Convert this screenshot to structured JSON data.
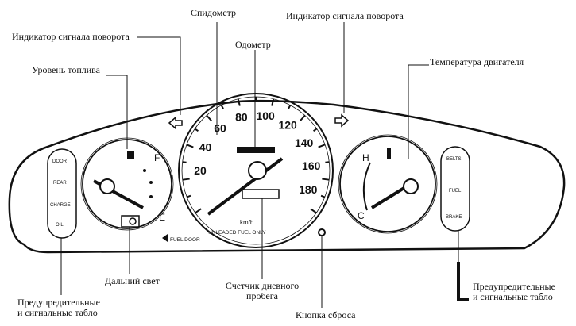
{
  "labels": {
    "speedometer": "Спидометр",
    "turn_left": "Индикатор сигнала поворота",
    "turn_right": "Индикатор сигнала поворота",
    "odometer": "Одометр",
    "fuel_level": "Уровень топлива",
    "engine_temp": "Температура двигателя",
    "high_beam": "Дальний свет",
    "trip_line1": "Счетчик дневного",
    "trip_line2": "пробега",
    "reset_button": "Кнопка сброса",
    "warn_left_line1": "Предупредительные",
    "warn_left_line2": "и сигнальные табло",
    "warn_right_line1": "Предупредительные",
    "warn_right_line2": "и сигнальные табло"
  },
  "gauges": {
    "speed_ticks": [
      "20",
      "40",
      "60",
      "80",
      "100",
      "120",
      "140",
      "160",
      "180"
    ],
    "speed_unit": "km/h",
    "fuel_note": "UNLEADED FUEL ONLY",
    "fuel_full": "F",
    "fuel_empty": "E",
    "temp_hot": "H",
    "temp_cold": "C",
    "fuel_door": "FUEL DOOR"
  },
  "warning_left": [
    "DOOR",
    "REAR",
    "CHARGE",
    "OIL"
  ],
  "warning_right": [
    "BELTS",
    "FUEL",
    "BRAKE"
  ]
}
